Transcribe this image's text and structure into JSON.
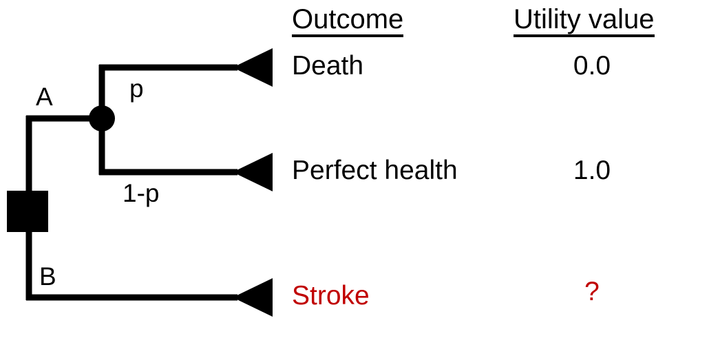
{
  "diagram": {
    "type": "decision-tree",
    "title": "",
    "nodes": {
      "decision_node": "decision-square",
      "chance_node": "chance-circle"
    },
    "branch_labels": {
      "option_a": "A",
      "option_b": "B",
      "probability_p": "p",
      "probability_1_minus_p": "1-p"
    }
  },
  "columns": {
    "outcome_header": "Outcome",
    "utility_header": "Utility value"
  },
  "rows": [
    {
      "outcome": "Death",
      "utility": "0.0",
      "color": "#000000"
    },
    {
      "outcome": "Perfect health",
      "utility": "1.0",
      "color": "#000000"
    },
    {
      "outcome": "Stroke",
      "utility": "?",
      "color": "#C00000"
    }
  ],
  "colors": {
    "stroke_black": "#000000",
    "highlight_red": "#C00000",
    "background": "#FFFFFF"
  }
}
